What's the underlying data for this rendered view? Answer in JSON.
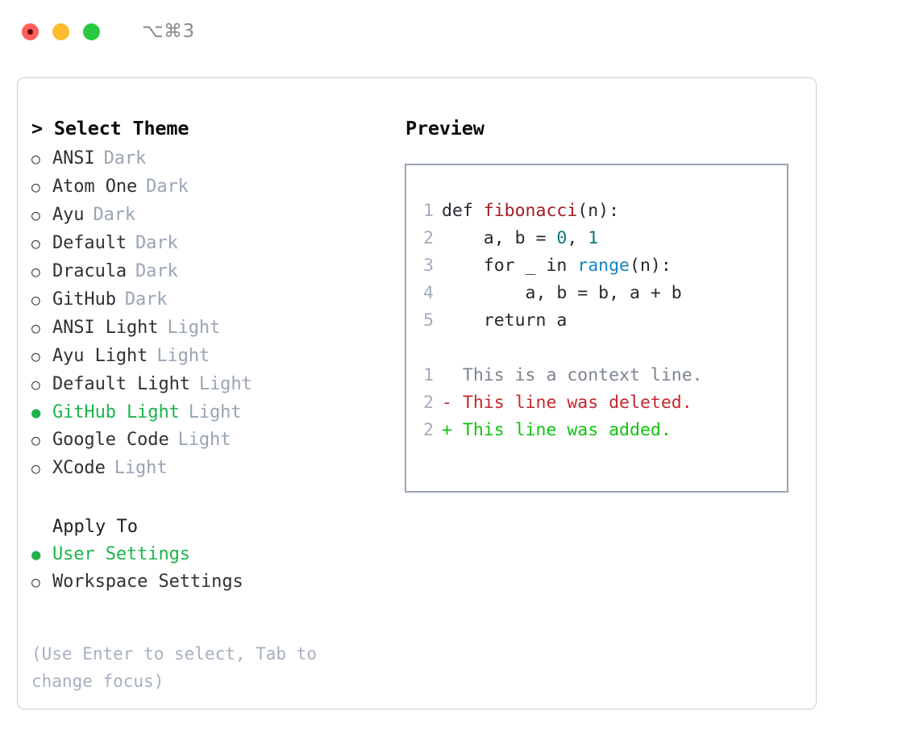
{
  "titlebar": {
    "shortcut": "⌥⌘3",
    "buttons": [
      "close",
      "minimize",
      "maximize"
    ]
  },
  "theme_picker": {
    "heading": "> Select Theme",
    "marker_selected": "●",
    "marker_unselected": "○",
    "selected_color": "#1bb54a",
    "tag_color": "#9aa5b4",
    "items": [
      {
        "label": "ANSI",
        "tag": "Dark",
        "selected": false
      },
      {
        "label": "Atom One",
        "tag": "Dark",
        "selected": false
      },
      {
        "label": "Ayu",
        "tag": "Dark",
        "selected": false
      },
      {
        "label": "Default",
        "tag": "Dark",
        "selected": false
      },
      {
        "label": "Dracula",
        "tag": "Dark",
        "selected": false
      },
      {
        "label": "GitHub",
        "tag": "Dark",
        "selected": false
      },
      {
        "label": "ANSI Light",
        "tag": "Light",
        "selected": false
      },
      {
        "label": "Ayu Light",
        "tag": "Light",
        "selected": false
      },
      {
        "label": "Default Light",
        "tag": "Light",
        "selected": false
      },
      {
        "label": "GitHub Light",
        "tag": "Light",
        "selected": true
      },
      {
        "label": "Google Code",
        "tag": "Light",
        "selected": false
      },
      {
        "label": "XCode",
        "tag": "Light",
        "selected": false
      }
    ]
  },
  "apply_to": {
    "heading": "Apply To",
    "items": [
      {
        "label": "User Settings",
        "selected": true
      },
      {
        "label": "Workspace Settings",
        "selected": false
      }
    ]
  },
  "hint": "(Use Enter to select, Tab to\nchange focus)",
  "preview": {
    "title": "Preview",
    "code_lines": [
      {
        "no": "1",
        "segments": [
          {
            "t": "def ",
            "c": "code-text"
          },
          {
            "t": "fibonacci",
            "c": "tok-fn"
          },
          {
            "t": "(n):",
            "c": "code-text"
          }
        ]
      },
      {
        "no": "2",
        "segments": [
          {
            "t": "    a, b = ",
            "c": "code-text"
          },
          {
            "t": "0",
            "c": "tok-num"
          },
          {
            "t": ", ",
            "c": "code-text"
          },
          {
            "t": "1",
            "c": "tok-num"
          }
        ]
      },
      {
        "no": "3",
        "segments": [
          {
            "t": "    for _ in ",
            "c": "code-text"
          },
          {
            "t": "range",
            "c": "tok-call"
          },
          {
            "t": "(n):",
            "c": "code-text"
          }
        ]
      },
      {
        "no": "4",
        "segments": [
          {
            "t": "        a, b = b, a + b",
            "c": "code-text"
          }
        ]
      },
      {
        "no": "5",
        "segments": [
          {
            "t": "    return a",
            "c": "code-text"
          }
        ]
      }
    ],
    "diff_lines": [
      {
        "no": "1",
        "sign": "  ",
        "text": "This is a context line.",
        "kind": "diff-ctx"
      },
      {
        "no": "2",
        "sign": "- ",
        "text": "This line was deleted.",
        "kind": "diff-del"
      },
      {
        "no": "2",
        "sign": "+ ",
        "text": "This line was added.",
        "kind": "diff-add"
      }
    ]
  }
}
